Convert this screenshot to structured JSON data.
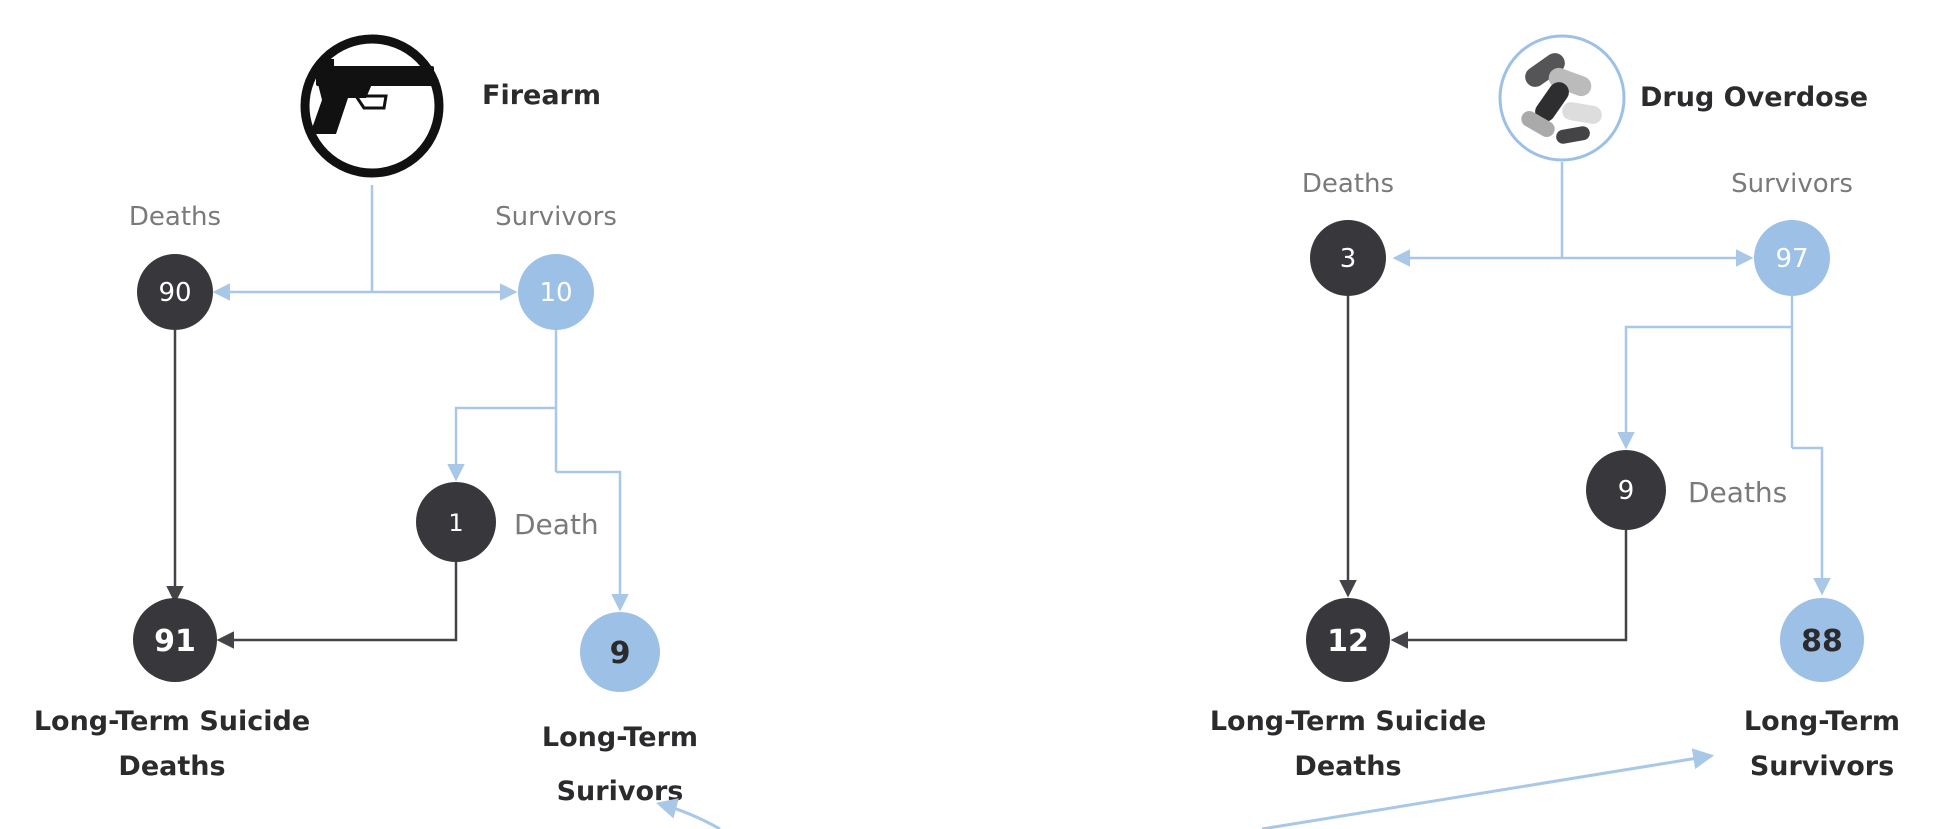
{
  "colors": {
    "dark": "#38383c",
    "light": "#9dc0e6",
    "line_dark": "#444448",
    "line_light": "#a9c8e8",
    "text_dark": "#2b2b2e",
    "text_gray": "#7a7a7a"
  },
  "firearm": {
    "method_label": "Firearm",
    "icon": "pistol-icon",
    "deaths_label": "Deaths",
    "survivors_label": "Survivors",
    "deaths_value": "90",
    "survivors_value": "10",
    "later_death_value": "1",
    "later_death_label": "Death",
    "long_term_deaths_value": "91",
    "long_term_survivors_value": "9",
    "long_term_deaths_line1": "Long-Term Suicide",
    "long_term_deaths_line2": "Deaths",
    "long_term_survivors_line1": "Long-Term",
    "long_term_survivors_line2": "Surivors"
  },
  "overdose": {
    "method_label": "Drug Overdose",
    "icon": "pills-icon",
    "deaths_label": "Deaths",
    "survivors_label": "Survivors",
    "deaths_value": "3",
    "survivors_value": "97",
    "later_death_value": "9",
    "later_death_label": "Deaths",
    "long_term_deaths_value": "12",
    "long_term_survivors_value": "88",
    "long_term_deaths_line1": "Long-Term Suicide",
    "long_term_deaths_line2": "Deaths",
    "long_term_survivors_line1": "Long-Term",
    "long_term_survivors_line2": "Survivors"
  }
}
